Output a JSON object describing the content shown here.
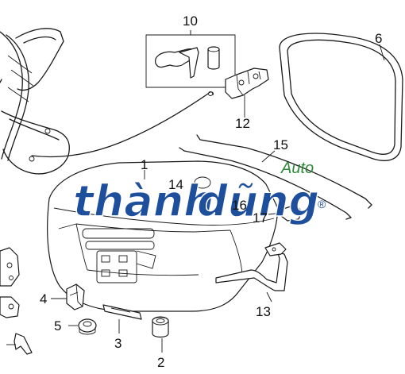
{
  "callouts": [
    {
      "id": "1",
      "label": "1"
    },
    {
      "id": "2",
      "label": "2"
    },
    {
      "id": "3",
      "label": "3"
    },
    {
      "id": "4",
      "label": "4"
    },
    {
      "id": "5",
      "label": "5"
    },
    {
      "id": "6",
      "label": "6"
    },
    {
      "id": "10",
      "label": "10"
    },
    {
      "id": "12",
      "label": "12"
    },
    {
      "id": "13",
      "label": "13"
    },
    {
      "id": "14",
      "label": "14"
    },
    {
      "id": "15",
      "label": "15"
    },
    {
      "id": "16",
      "label": "16"
    },
    {
      "id": "17",
      "label": "17"
    }
  ],
  "watermark": {
    "brand_main_left": "thành",
    "brand_main_right": "dũng",
    "brand_sub": "Auto",
    "registered": "®",
    "color_blue": "#1e4f9c",
    "color_green": "#2f8a3c"
  }
}
